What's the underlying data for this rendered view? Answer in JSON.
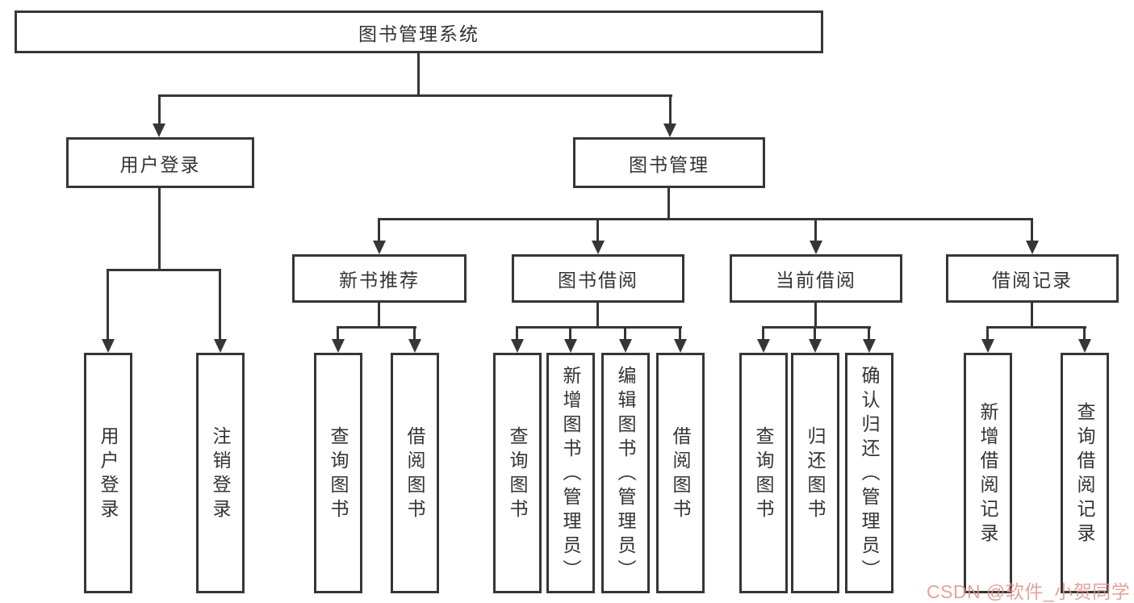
{
  "diagram": {
    "root": "图书管理系统",
    "level2": [
      "用户登录",
      "图书管理"
    ],
    "level3": [
      "新书推荐",
      "图书借阅",
      "当前借阅",
      "借阅记录"
    ],
    "leaves": {
      "user_login": [
        "用户登录",
        "注销登录"
      ],
      "new_book_rec": [
        "查询图书",
        "借阅图书"
      ],
      "book_borrow": [
        "查询图书",
        "新增图书（管理员）",
        "编辑图书（管理员）",
        "借阅图书"
      ],
      "current_borrow": [
        "查询图书",
        "归还图书",
        "确认归还（管理员）"
      ],
      "borrow_record": [
        "新增借阅记录",
        "查询借阅记录"
      ]
    }
  },
  "watermark": {
    "text": "CSDN @软件_小贺同学",
    "color": "#e2928a"
  },
  "colors": {
    "line": "#363636",
    "text": "#333333",
    "background": "#ffffff"
  }
}
